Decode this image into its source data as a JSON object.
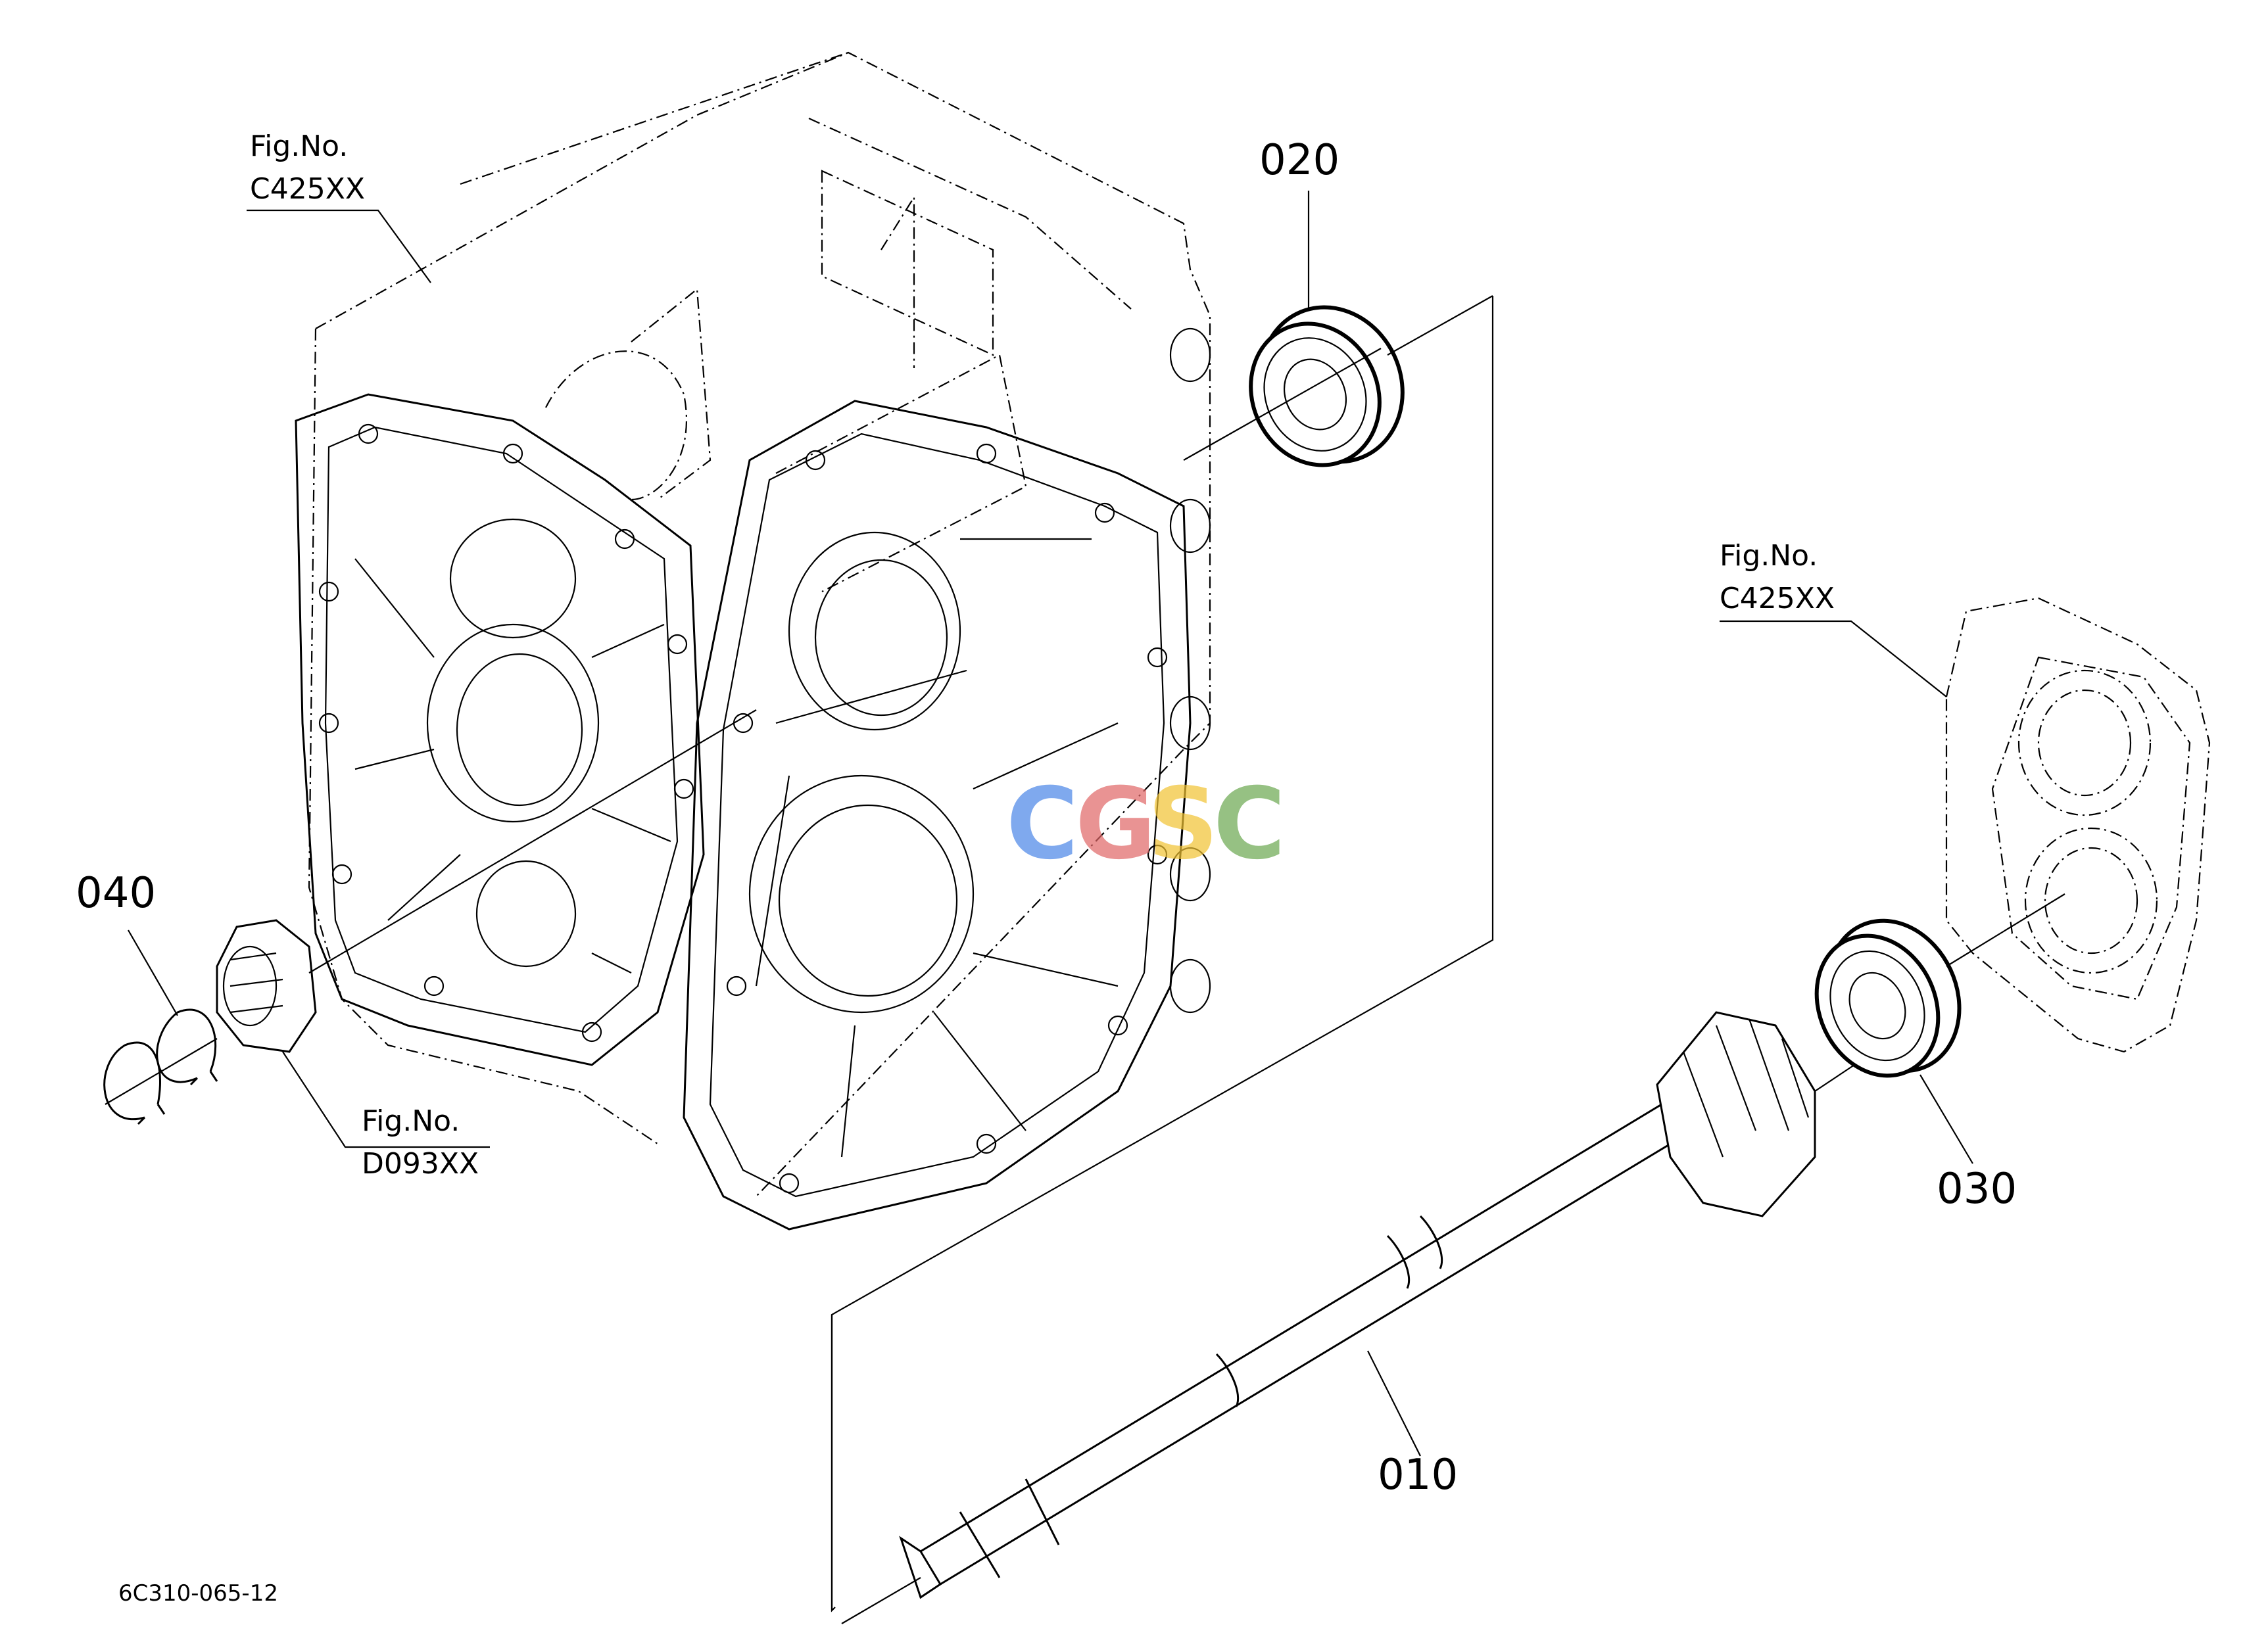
{
  "parts": [
    {
      "callout": "020"
    },
    {
      "callout": "040"
    },
    {
      "callout": "030"
    },
    {
      "callout": "010"
    }
  ],
  "references": [
    {
      "caption": "Fig.No.",
      "code": "C425XX"
    },
    {
      "caption": "Fig.No.",
      "code": "C425XX"
    },
    {
      "caption": "Fig.No.",
      "code": "D093XX"
    }
  ],
  "drawing_code": "6C310-065-12",
  "watermark": {
    "letters": [
      "C",
      "G",
      "S",
      "C"
    ],
    "colors": [
      "#4a86e8",
      "#e06666",
      "#f1c232",
      "#6aa84f"
    ]
  }
}
